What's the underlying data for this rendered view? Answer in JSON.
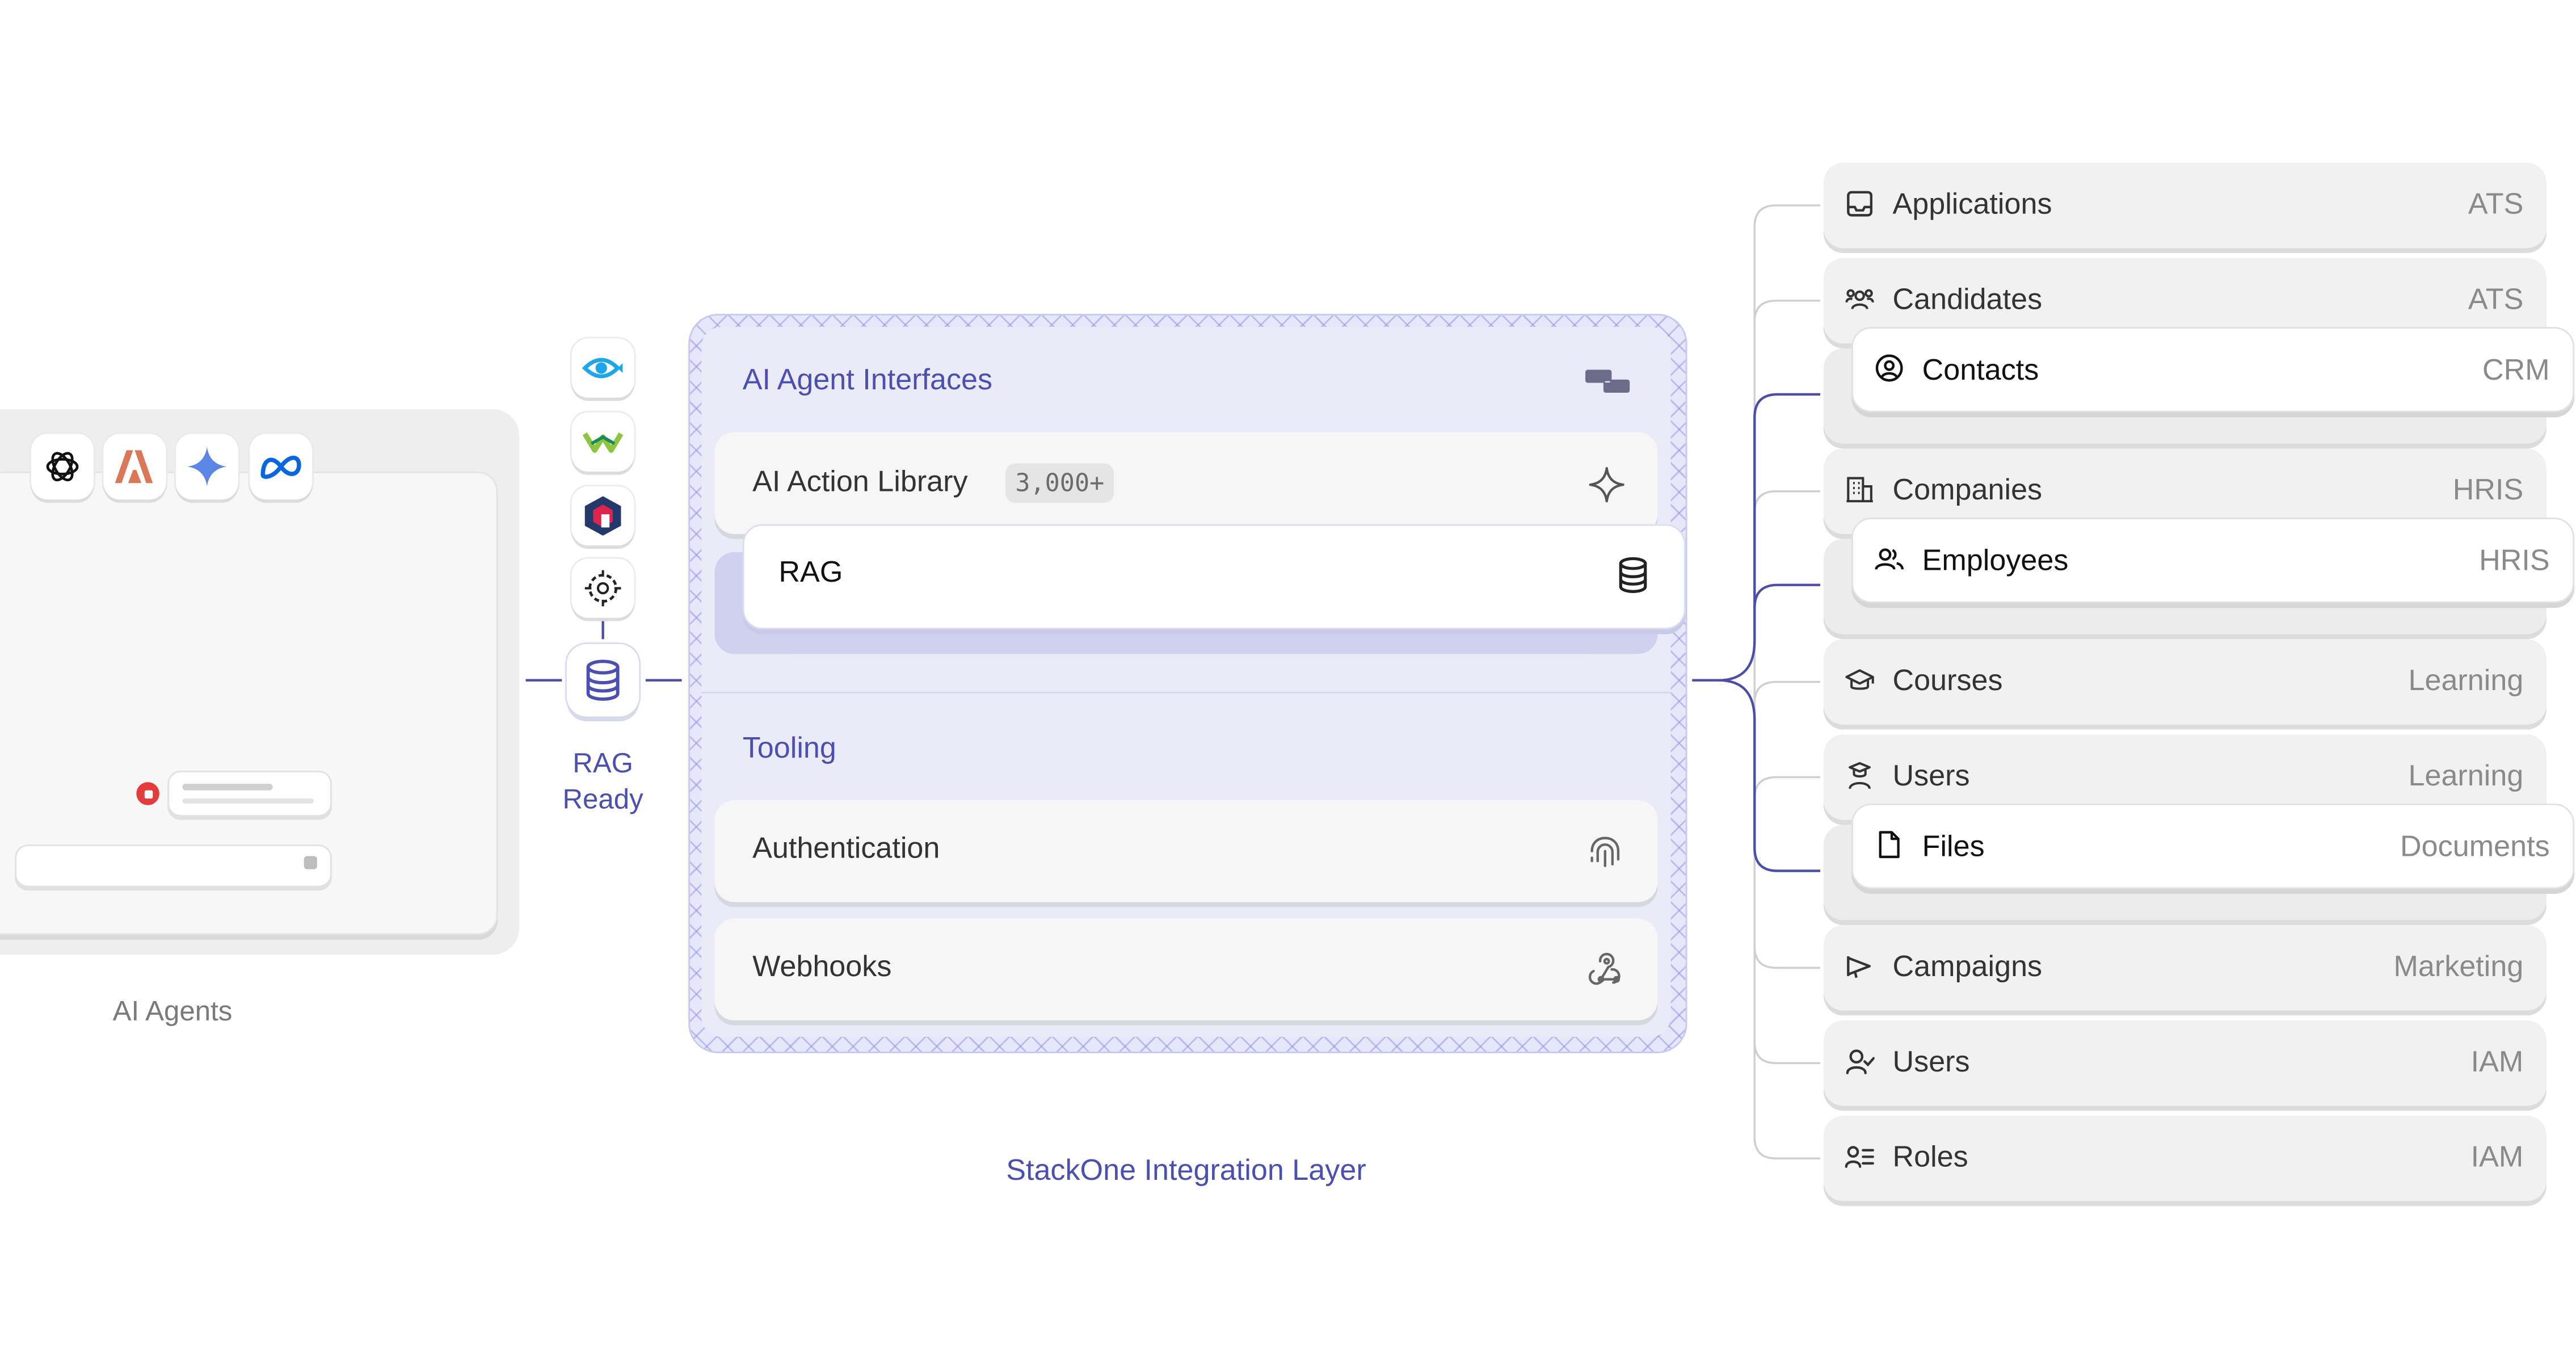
{
  "agents": {
    "caption": "AI Agents",
    "models": [
      "openai-icon",
      "anthropic-icon",
      "gemini-icon",
      "meta-icon"
    ]
  },
  "vector_stores": [
    "vector-eye-icon",
    "vector-wave-icon",
    "vector-hex-icon",
    "vector-circle-icon"
  ],
  "rag_node": {
    "line1": "RAG",
    "line2": "Ready"
  },
  "integration_layer": {
    "caption": "StackOne Integration Layer",
    "interfaces": {
      "title": "AI Agent Interfaces",
      "action_library": {
        "label": "AI Action Library",
        "badge": "3,000+"
      },
      "rag": {
        "label": "RAG"
      }
    },
    "tooling": {
      "title": "Tooling",
      "authentication": {
        "label": "Authentication"
      },
      "webhooks": {
        "label": "Webhooks"
      }
    }
  },
  "resources": [
    {
      "name": "Applications",
      "category": "ATS",
      "icon": "inbox-icon"
    },
    {
      "name": "Candidates",
      "category": "ATS",
      "icon": "users-group-icon"
    },
    {
      "name": "Contacts",
      "category": "CRM",
      "icon": "user-circle-icon",
      "highlighted": true
    },
    {
      "name": "Companies",
      "category": "HRIS",
      "icon": "building-icon"
    },
    {
      "name": "Employees",
      "category": "HRIS",
      "icon": "users-icon",
      "highlighted": true
    },
    {
      "name": "Courses",
      "category": "Learning",
      "icon": "graduation-cap-icon"
    },
    {
      "name": "Users",
      "category": "Learning",
      "icon": "student-icon"
    },
    {
      "name": "Files",
      "category": "Documents",
      "icon": "file-icon",
      "highlighted": true
    },
    {
      "name": "Campaigns",
      "category": "Marketing",
      "icon": "megaphone-icon"
    },
    {
      "name": "Users",
      "category": "IAM",
      "icon": "user-check-icon"
    },
    {
      "name": "Roles",
      "category": "IAM",
      "icon": "roles-icon"
    }
  ],
  "colors": {
    "accent": "#4a4fb0",
    "connector": "#4b4ea8",
    "layer_bg": "#e7e7fb"
  }
}
